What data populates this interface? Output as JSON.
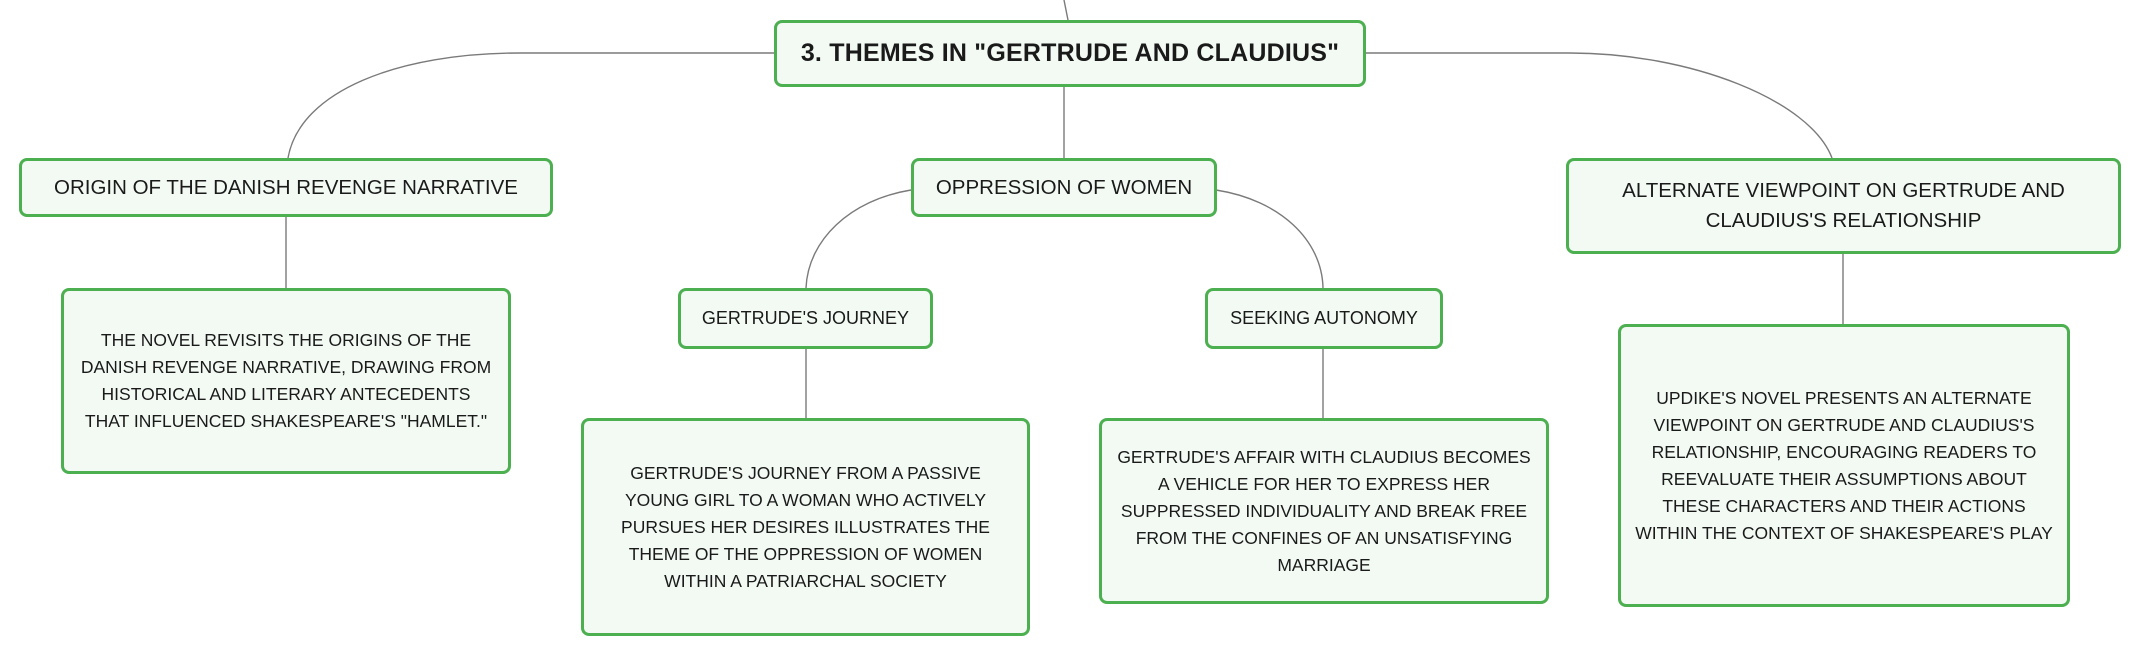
{
  "diagram": {
    "root": {
      "label": "3. THEMES IN \"GERTRUDE AND CLAUDIUS\""
    },
    "topics": [
      {
        "label": "ORIGIN OF THE DANISH REVENGE NARRATIVE",
        "detail": "THE NOVEL REVISITS THE ORIGINS OF THE DANISH REVENGE NARRATIVE, DRAWING FROM HISTORICAL AND LITERARY ANTECEDENTS THAT INFLUENCED SHAKESPEARE'S \"HAMLET.\""
      },
      {
        "label": "OPPRESSION OF WOMEN",
        "subtopics": [
          {
            "label": "GERTRUDE'S JOURNEY",
            "detail": "GERTRUDE'S JOURNEY FROM A PASSIVE YOUNG GIRL TO A WOMAN WHO ACTIVELY PURSUES HER DESIRES ILLUSTRATES THE THEME OF THE OPPRESSION OF WOMEN WITHIN A PATRIARCHAL SOCIETY"
          },
          {
            "label": "SEEKING AUTONOMY",
            "detail": "GERTRUDE'S AFFAIR WITH CLAUDIUS BECOMES A VEHICLE FOR HER TO EXPRESS HER SUPPRESSED INDIVIDUALITY AND BREAK FREE FROM THE CONFINES OF AN UNSATISFYING MARRIAGE"
          }
        ]
      },
      {
        "label": "ALTERNATE VIEWPOINT ON GERTRUDE AND CLAUDIUS'S RELATIONSHIP",
        "detail": "UPDIKE'S NOVEL PRESENTS AN ALTERNATE VIEWPOINT ON GERTRUDE AND CLAUDIUS'S RELATIONSHIP, ENCOURAGING READERS TO REEVALUATE THEIR ASSUMPTIONS ABOUT THESE CHARACTERS AND THEIR ACTIONS WITHIN THE CONTEXT OF SHAKESPEARE'S PLAY"
      }
    ]
  },
  "colors": {
    "node_border": "#4caf50",
    "node_fill": "#f3faf4",
    "connector": "#7a7a7a"
  }
}
